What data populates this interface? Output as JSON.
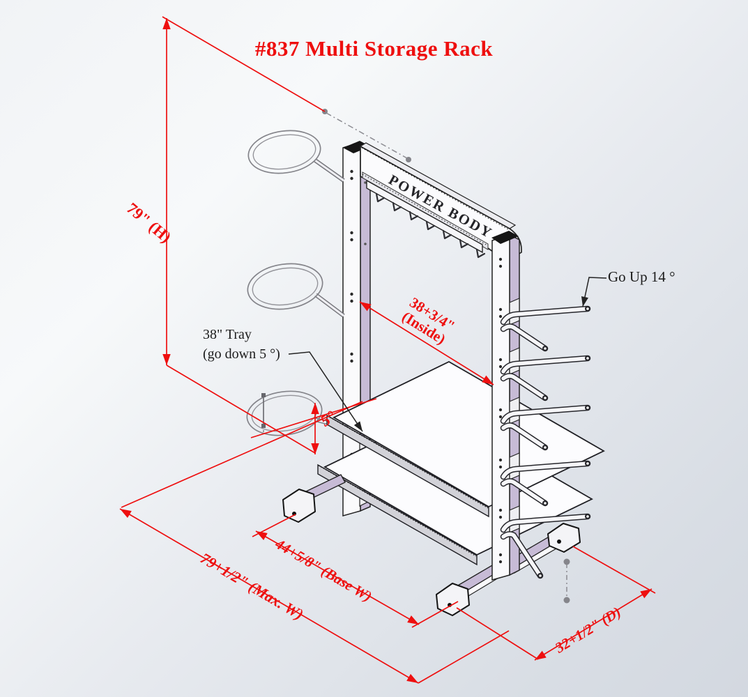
{
  "title": "#837 Multi Storage Rack",
  "brand_text": "POWER BODY",
  "dimensions": {
    "height": "79\" (H)",
    "inside_line1": "38+3/4\"",
    "inside_line2": "(Inside)",
    "tray_angle": "5°",
    "base_width": "44+5/8\" (Base W)",
    "max_width": "79+1/2\" (Max. W)",
    "depth": "32+1/2\" (D)"
  },
  "notes": {
    "peg_angle": "Go Up 14 °",
    "tray_line1": "38\" Tray",
    "tray_line2": "(go down 5 °)"
  },
  "colors": {
    "dimension_red": "#ee0f0f",
    "annotation_black": "#1c1c1c",
    "frame_white": "#fafafc",
    "frame_lavender": "#c7bbd6"
  }
}
